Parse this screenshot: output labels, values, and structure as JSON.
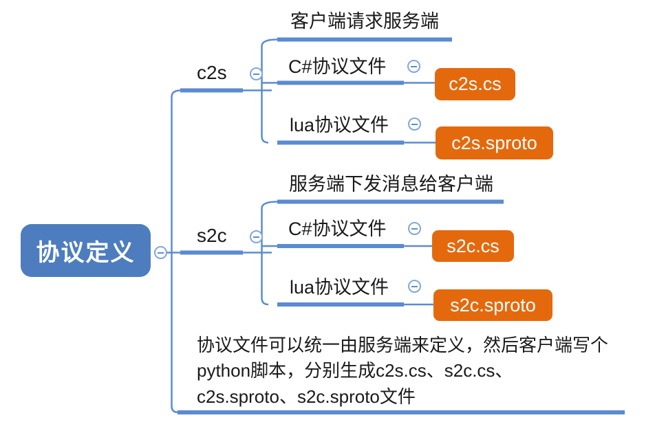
{
  "root": {
    "label": "协议定义"
  },
  "branches": [
    {
      "id": "c2s",
      "label": "c2s",
      "children": [
        {
          "label": "客户端请求服务端"
        },
        {
          "label": "C#协议文件",
          "file": "c2s.cs"
        },
        {
          "label": "lua协议文件",
          "file": "c2s.sproto"
        }
      ]
    },
    {
      "id": "s2c",
      "label": "s2c",
      "children": [
        {
          "label": "服务端下发消息给客户端"
        },
        {
          "label": "C#协议文件",
          "file": "s2c.cs"
        },
        {
          "label": "lua协议文件",
          "file": "s2c.sproto"
        }
      ]
    }
  ],
  "note": {
    "lines": [
      "协议文件可以统一由服务端来定义，然后客户端写个",
      "python脚本，分别生成c2s.cs、s2c.cs、",
      "c2s.sproto、s2c.sproto文件"
    ]
  },
  "icons": {
    "collapse": "minus-circle"
  },
  "colors": {
    "root_fill": "#4D7DBE",
    "branch_line": "#5B8BD0",
    "collapse_ring": "#7FA7DE",
    "file_node_fill": "#E4690D",
    "text": "#1A1A1A",
    "node_text": "#FFFFFF"
  }
}
